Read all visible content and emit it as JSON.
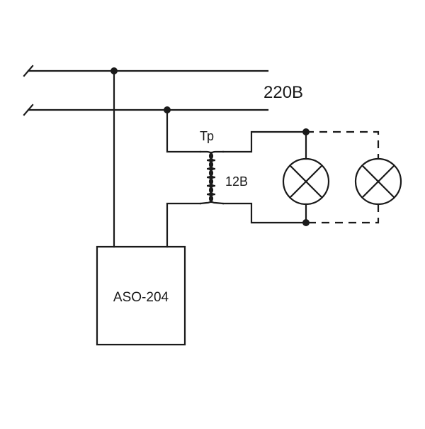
{
  "supply": {
    "voltage_label": "220B"
  },
  "transformer": {
    "name_label": "Тр",
    "secondary_label": "12B"
  },
  "controller": {
    "label": "ASO-204"
  },
  "colors": {
    "line": "#1a1a1a",
    "background": "#ffffff"
  }
}
